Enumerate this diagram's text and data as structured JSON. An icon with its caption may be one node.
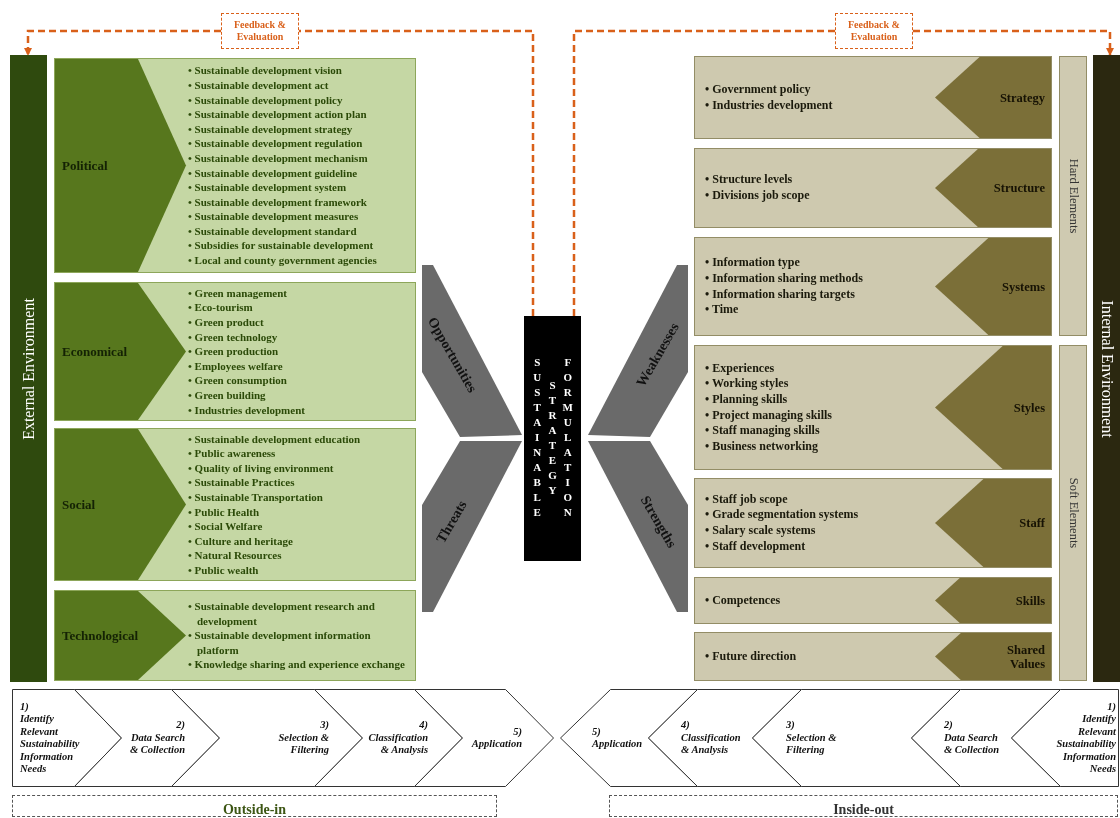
{
  "diagram": {
    "nodes": [
      {
        "text": [
          "External Environment"
        ]
      },
      {
        "text": [
          "Political",
          "• Sustainable development vision",
          "• Sustainable development act",
          "• Sustainable development policy",
          "• Sustainable development action plan",
          "• Sustainable development strategy",
          "• Sustainable development regulation",
          "• Sustainable development mechanism",
          "• Sustainable development guideline",
          "• Sustainable development system",
          "• Sustainable development framework",
          "• Sustainable development measures",
          "• Sustainable development standard",
          "• Subsidies for sustainable development",
          "• Local and county government agencies"
        ]
      },
      {
        "text": [
          "Economical",
          "• Green management",
          "• Eco-tourism",
          "• Green product",
          "• Green technology",
          "• Green production",
          "• Employees welfare",
          "• Green consumption",
          "• Green building",
          "• Industries development"
        ]
      },
      {
        "text": [
          "Social",
          "• Sustainable development education",
          "• Public awareness",
          "• Quality of living environment",
          "• Sustainable Practices",
          "• Sustainable Transportation",
          "• Public Health",
          "• Social Welfare",
          "• Culture and heritage",
          "• Natural Resources",
          "• Public wealth"
        ]
      },
      {
        "text": [
          "Technological",
          "• Sustainable development research and development",
          "• Sustainable development information platform",
          "• Knowledge sharing and experience exchange"
        ]
      },
      {
        "text": [
          "Opportunities"
        ]
      },
      {
        "text": [
          "Threats"
        ]
      },
      {
        "text": [
          "SUSTAINABLE",
          "STRATEGY",
          "FORMULATION"
        ]
      },
      {
        "text": [
          "Weaknesses"
        ]
      },
      {
        "text": [
          "Strengths"
        ]
      },
      {
        "text": [
          "• Government policy",
          "• Industries development",
          "Strategy"
        ]
      },
      {
        "text": [
          "• Structure levels",
          "• Divisions job scope",
          "Structure"
        ]
      },
      {
        "text": [
          "• Information type",
          "• Information sharing methods",
          "• Information sharing targets",
          "• Time",
          "Systems"
        ]
      },
      {
        "text": [
          "• Experiences",
          "• Working styles",
          "• Planning skills",
          "• Project managing skills",
          "• Staff managing skills",
          "• Business networking",
          "Styles"
        ]
      },
      {
        "text": [
          "• Staff job scope",
          "• Grade segmentation systems",
          "• Salary scale systems",
          "• Staff development",
          "Staff"
        ]
      },
      {
        "text": [
          "• Competences",
          "Skills"
        ]
      },
      {
        "text": [
          "• Future direction",
          "Shared Values"
        ]
      },
      {
        "text": [
          "Hard Elements"
        ]
      },
      {
        "text": [
          "Soft Elements"
        ]
      },
      {
        "text": [
          "Internal Environment"
        ]
      },
      {
        "text": [
          "Feedback & Evaluation"
        ]
      },
      {
        "text": [
          "Feedback & Evaluation"
        ]
      },
      {
        "text": [
          "1)",
          "Identify Relevant Sustainability Information Needs"
        ]
      },
      {
        "text": [
          "2)",
          "Data Search & Collection"
        ]
      },
      {
        "text": [
          "3)",
          "Selection & Filtering"
        ]
      },
      {
        "text": [
          "4)",
          "Classification & Analysis"
        ]
      },
      {
        "text": [
          "5)",
          "Application"
        ]
      },
      {
        "text": [
          "Outside-in"
        ]
      },
      {
        "text": [
          "5)",
          "Application"
        ]
      },
      {
        "text": [
          "4)",
          "Classification & Analysis"
        ]
      },
      {
        "text": [
          "3)",
          "Selection & Filtering"
        ]
      },
      {
        "text": [
          "2)",
          "Data Search & Collection"
        ]
      },
      {
        "text": [
          "1)",
          "Identify Relevant Sustainability Information Needs"
        ]
      },
      {
        "text": [
          "Inside-out"
        ]
      }
    ],
    "edges": [
      {
        "from": 7,
        "to": 20,
        "arrow": "none",
        "style": "dashed",
        "color": "#d9601a"
      },
      {
        "from": 20,
        "to": 0,
        "arrow": "to",
        "style": "dashed",
        "color": "#d9601a"
      },
      {
        "from": 7,
        "to": 21,
        "arrow": "none",
        "style": "dashed",
        "color": "#d9601a"
      },
      {
        "from": 21,
        "to": 19,
        "arrow": "to",
        "style": "dashed",
        "color": "#d9601a"
      }
    ]
  }
}
